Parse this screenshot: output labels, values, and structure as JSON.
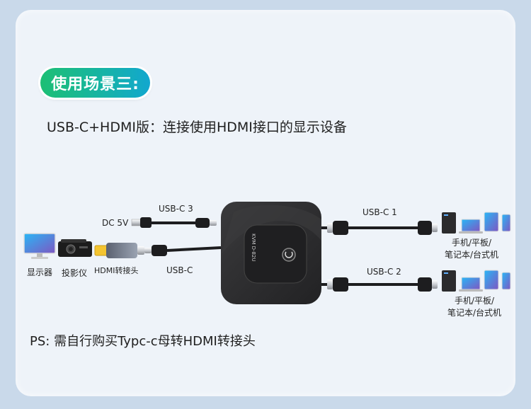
{
  "badge": "使用场景三:",
  "subtitle": "USB-C+HDMI版：连接使用HDMI接口的显示设备",
  "ps_note": "PS: 需自行购买Typc-c母转HDMI转接头",
  "labels": {
    "dc5v": "DC 5V",
    "usbc3": "USB-C 3",
    "usbc1": "USB-C 1",
    "usbc2": "USB-C 2",
    "usbc": "USB-C",
    "display": "显示器",
    "projector": "投影仪",
    "adapter": "HDMI转接头",
    "devices1_line1": "手机/平板/",
    "devices1_line2": "笔记本/台式机",
    "devices2_line1": "手机/平板/",
    "devices2_line2": "笔记本/台式机"
  },
  "colors": {
    "background": "#c9d9ea",
    "card": "#eef3f9",
    "badge_start": "#1dbf74",
    "badge_end": "#12a7cf",
    "hub_body": "#2e2e30"
  }
}
